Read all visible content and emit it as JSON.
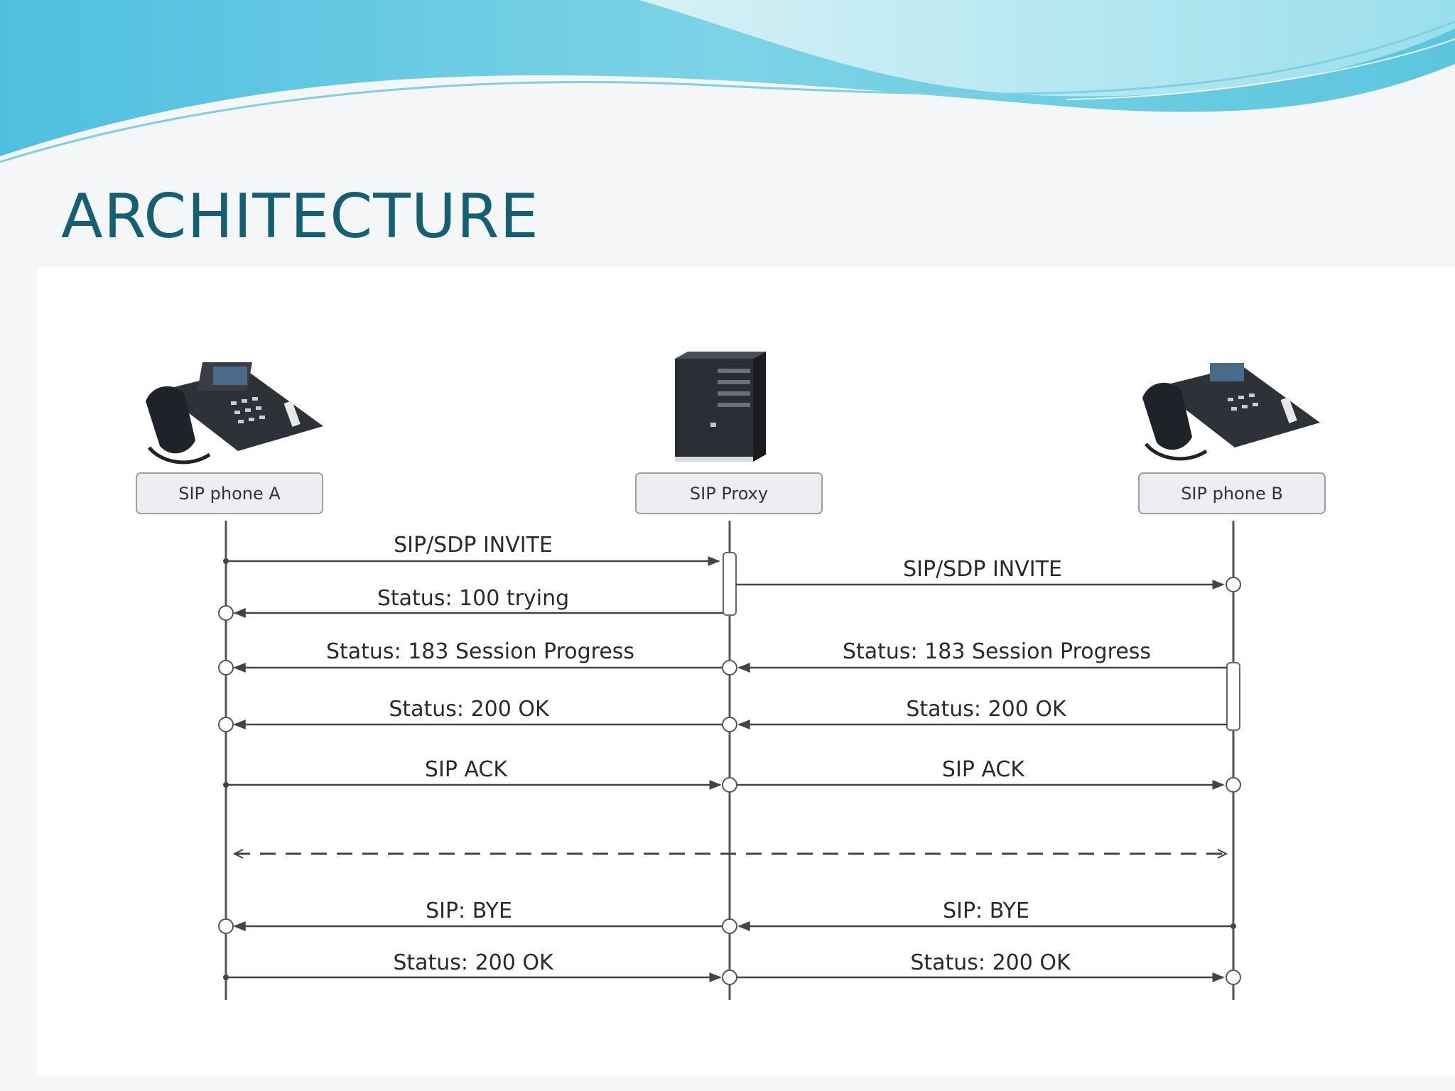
{
  "slide": {
    "title": "ARCHITECTURE"
  },
  "diagram": {
    "participants": [
      {
        "id": "A",
        "label": "SIP phone A",
        "icon": "desk-phone-icon"
      },
      {
        "id": "P",
        "label": "SIP Proxy",
        "icon": "server-tower-icon"
      },
      {
        "id": "B",
        "label": "SIP phone B",
        "icon": "desk-phone-icon"
      }
    ],
    "messages": [
      {
        "from": "A",
        "to": "P",
        "label": "SIP/SDP INVITE"
      },
      {
        "from": "P",
        "to": "A",
        "label": "Status: 100 trying"
      },
      {
        "from": "P",
        "to": "B",
        "label": "SIP/SDP INVITE"
      },
      {
        "from": "P",
        "to": "A",
        "label": "Status: 183 Session Progress"
      },
      {
        "from": "B",
        "to": "P",
        "label": "Status: 183 Session Progress"
      },
      {
        "from": "P",
        "to": "A",
        "label": "Status: 200 OK"
      },
      {
        "from": "B",
        "to": "P",
        "label": "Status: 200 OK"
      },
      {
        "from": "A",
        "to": "P",
        "label": "SIP ACK"
      },
      {
        "from": "P",
        "to": "B",
        "label": "SIP ACK"
      },
      {
        "from": "A",
        "to": "B",
        "label": "",
        "style": "dashed"
      },
      {
        "from": "P",
        "to": "A",
        "label": "SIP: BYE"
      },
      {
        "from": "B",
        "to": "P",
        "label": "SIP: BYE"
      },
      {
        "from": "A",
        "to": "P",
        "label": "Status: 200 OK"
      },
      {
        "from": "P",
        "to": "B",
        "label": "Status: 200 OK"
      }
    ]
  },
  "colors": {
    "title": "#155f73",
    "banner_light": "#bfe9f0",
    "banner_mid": "#6fcbe0",
    "banner_dark": "#3fb1d2",
    "line": "#555555",
    "node_fill": "#eceef2",
    "node_border": "#9aa0a8"
  }
}
